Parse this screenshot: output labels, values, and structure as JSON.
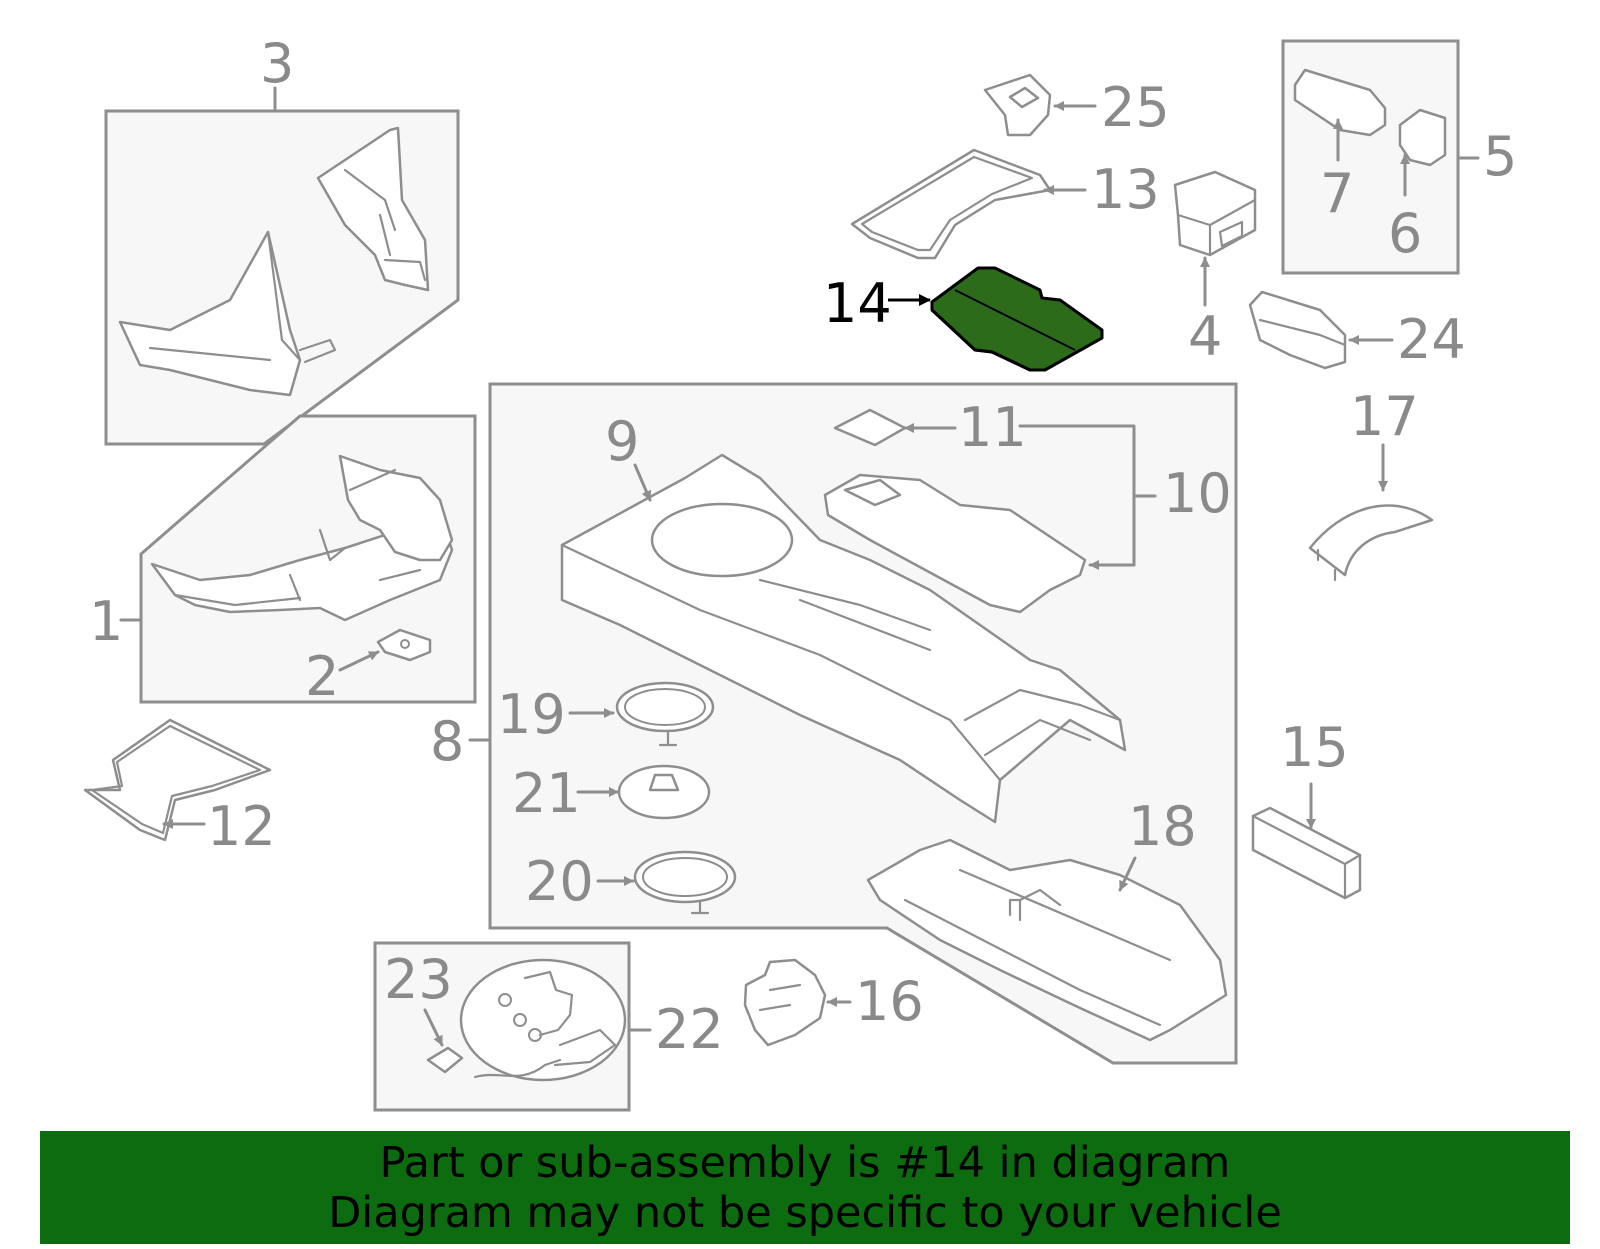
{
  "colors": {
    "highlight": "#0d6b10",
    "line": "#8e8e8e",
    "callout_highlight": "#000000"
  },
  "callouts": {
    "c1": "1",
    "c2": "2",
    "c3": "3",
    "c4": "4",
    "c5": "5",
    "c6": "6",
    "c7": "7",
    "c8": "8",
    "c9": "9",
    "c10": "10",
    "c11": "11",
    "c12": "12",
    "c13": "13",
    "c14": "14",
    "c15": "15",
    "c16": "16",
    "c17": "17",
    "c18": "18",
    "c19": "19",
    "c20": "20",
    "c21": "21",
    "c22": "22",
    "c23": "23",
    "c24": "24",
    "c25": "25"
  },
  "highlighted_part": "14",
  "banner": {
    "line1": "Part or sub-assembly is #14 in diagram",
    "line2": "Diagram may not be specific to your vehicle"
  }
}
